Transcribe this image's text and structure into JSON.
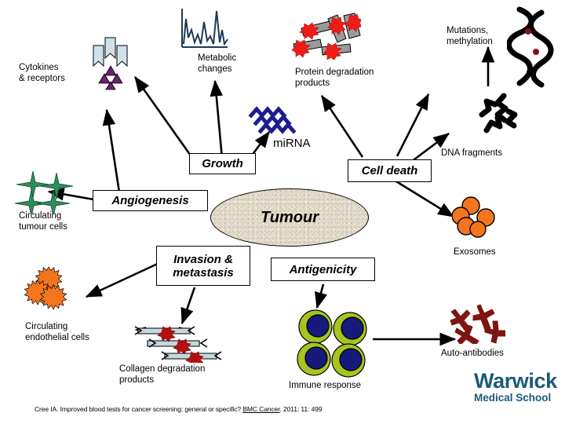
{
  "figure": {
    "title": "Tumour biomarkers schematic",
    "center_node": {
      "label": "Tumour",
      "shape": "ellipse",
      "fill": "#e2dac8"
    },
    "process_boxes": [
      {
        "id": "growth",
        "label": "Growth"
      },
      {
        "id": "angiogenesis",
        "label": "Angiogenesis"
      },
      {
        "id": "invasion",
        "label": "Invasion &\nmetastasis"
      },
      {
        "id": "cell-death",
        "label": "Cell death"
      },
      {
        "id": "antigenicity",
        "label": "Antigenicity"
      }
    ],
    "biomarkers": [
      {
        "id": "cytokines",
        "label": "Cytokines\n& receptors",
        "icon": "cytokine-receptor-icon",
        "colors": [
          "#cfe2ea",
          "#6b2070"
        ]
      },
      {
        "id": "metabolic",
        "label": "Metabolic\nchanges",
        "icon": "spectrum-chart-icon",
        "colors": [
          "#1f3a52"
        ]
      },
      {
        "id": "protein-degradation",
        "label": "Protein degradation\nproducts",
        "icon": "protein-fragment-icon",
        "colors": [
          "#9a9a9a",
          "#ee1c18"
        ]
      },
      {
        "id": "mutations",
        "label": "Mutations,\nmethylation",
        "icon": "dna-helix-icon",
        "colors": [
          "#000000",
          "#8c1010"
        ]
      },
      {
        "id": "mirna",
        "label": "miRNA",
        "icon": "mirna-icon",
        "colors": [
          "#1c1c8c"
        ]
      },
      {
        "id": "dna-fragments",
        "label": "DNA fragments",
        "icon": "dna-fragment-icon",
        "colors": [
          "#000000"
        ]
      },
      {
        "id": "exosomes",
        "label": "Exosomes",
        "icon": "exosome-icon",
        "colors": [
          "#f4751e"
        ]
      },
      {
        "id": "auto-antibodies",
        "label": "Auto-antibodies",
        "icon": "antibody-icon",
        "colors": [
          "#7d1512"
        ]
      },
      {
        "id": "immune-response",
        "label": "Immune response",
        "icon": "lymphocyte-icon",
        "colors": [
          "#a6c520",
          "#151a7b"
        ]
      },
      {
        "id": "collagen",
        "label": "Collagen degradation\nproducts",
        "icon": "collagen-fragment-icon",
        "colors": [
          "#c6d8e0",
          "#b01010"
        ]
      },
      {
        "id": "ctc",
        "label": "Circulating\ntumour cells",
        "icon": "tumour-cell-icon",
        "colors": [
          "#f4751e"
        ]
      },
      {
        "id": "cec",
        "label": "Circulating\nendothelial cells",
        "icon": "endothelial-cell-icon",
        "colors": [
          "#2e8b5e"
        ]
      }
    ]
  },
  "branding": {
    "name": "Warwick",
    "sub": "Medical School",
    "color": "#1b5a78"
  },
  "citation": {
    "pre": "Cree IA. Improved blood tests for cancer screening: general or specific? ",
    "journal": "BMC Cancer",
    "post": ". 2011; 11: 499"
  }
}
